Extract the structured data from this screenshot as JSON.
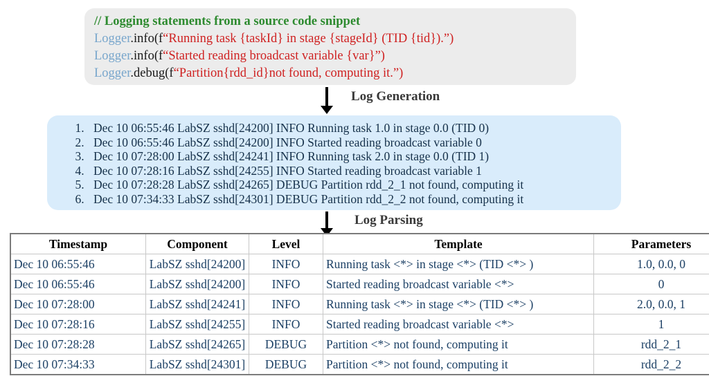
{
  "code_box": {
    "comment": "// Logging statements from a source code snippet",
    "lines": [
      {
        "obj": "Logger",
        "call": ".info(f",
        "string": "“Running task {taskId} in stage {stageId} (TID {tid}).”)"
      },
      {
        "obj": "Logger",
        "call": ".info(f",
        "string": "“Started reading broadcast variable {var}”)"
      },
      {
        "obj": "Logger",
        "call": ".debug(f",
        "string": "“Partition{rdd_id}not found, computing it.”)"
      }
    ]
  },
  "arrows": {
    "generation_label": "Log Generation",
    "parsing_label": "Log Parsing"
  },
  "log_box": {
    "entries": [
      "Dec 10 06:55:46 LabSZ sshd[24200] INFO Running task 1.0 in stage 0.0 (TID 0)",
      "Dec 10 06:55:46 LabSZ sshd[24200] INFO Started reading broadcast variable 0",
      "Dec 10 07:28:00 LabSZ sshd[24241] INFO Running task 2.0 in stage 0.0 (TID 1)",
      "Dec 10 07:28:16 LabSZ sshd[24255] INFO Started reading broadcast variable 1",
      "Dec 10 07:28:28 LabSZ sshd[24265] DEBUG Partition rdd_2_1 not found, computing it",
      "Dec 10 07:34:33 LabSZ sshd[24301] DEBUG Partition rdd_2_2 not found, computing it"
    ]
  },
  "table": {
    "headers": [
      "Timestamp",
      "Component",
      "Level",
      "Template",
      "Parameters"
    ],
    "rows": [
      {
        "timestamp": "Dec 10 06:55:46",
        "component": "LabSZ sshd[24200]",
        "level": "INFO",
        "template": "Running task <*> in stage <*>  (TID <*> )",
        "parameters": "1.0, 0.0, 0"
      },
      {
        "timestamp": "Dec 10 06:55:46",
        "component": "LabSZ sshd[24200]",
        "level": "INFO",
        "template": "Started reading broadcast variable <*>",
        "parameters": "0"
      },
      {
        "timestamp": "Dec 10 07:28:00",
        "component": "LabSZ sshd[24241]",
        "level": "INFO",
        "template": "Running task <*> in stage <*>  (TID <*> )",
        "parameters": "2.0, 0.0, 1"
      },
      {
        "timestamp": "Dec 10 07:28:16",
        "component": "LabSZ sshd[24255]",
        "level": "INFO",
        "template": "Started reading broadcast variable <*>",
        "parameters": "1"
      },
      {
        "timestamp": "Dec 10 07:28:28",
        "component": "LabSZ sshd[24265]",
        "level": "DEBUG",
        "template": "Partition <*> not found, computing it",
        "parameters": "rdd_2_1"
      },
      {
        "timestamp": "Dec 10 07:34:33",
        "component": "LabSZ sshd[24301]",
        "level": "DEBUG",
        "template": "Partition <*> not found, computing it",
        "parameters": "rdd_2_2"
      }
    ]
  },
  "colors": {
    "code_box_bg": "#ececec",
    "log_box_bg": "#d9ecfb",
    "comment_green": "#2e8b30",
    "logger_blue": "#78a6cc",
    "string_red": "#cf2222",
    "log_text_navy": "#16314a",
    "table_text_blue": "#1c4065",
    "table_border": "#7b7b7b",
    "arrow_label_gray": "#3a3a3a"
  }
}
